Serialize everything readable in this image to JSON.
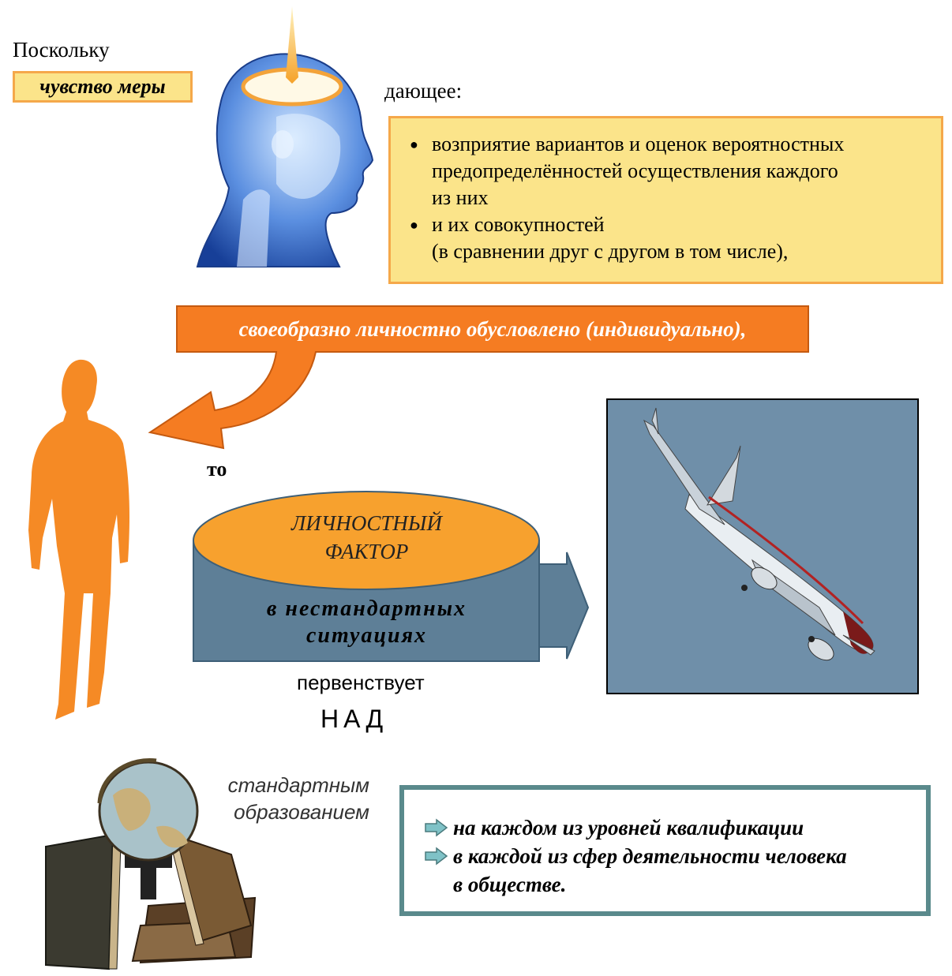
{
  "intro": {
    "since": "Поскольку",
    "feeling": "чувство меры",
    "giving": "дающее:"
  },
  "perception": {
    "item1_line1": "возприятие вариантов и оценок вероятностных",
    "item1_line2": "предопределённостей осуществления каждого",
    "item1_line3": "из них",
    "item2_line1": "и их совокупностей",
    "item2_line2": "(в сравнении друг с другом в том числе),"
  },
  "individual": "своеобразно личностно обусловлено (индивидуально),",
  "then_word": "то",
  "personal_factor": {
    "line1": "ЛИЧНОСТНЫЙ",
    "line2": "ФАКТОР"
  },
  "nonstandard": {
    "line1": "в нестандартных",
    "line2": "ситуациях"
  },
  "prevails": "первенствует",
  "over": "НАД",
  "standard_education": {
    "line1": "стандартным",
    "line2": "образованием"
  },
  "levels": {
    "item1": "на каждом из уровней квалификации",
    "item2_line1": "в каждой из сфер деятельности человека",
    "item2_line2": "в обществе."
  },
  "icons": {
    "head": "glowing-head-icon",
    "person": "man-silhouette-icon",
    "airplane": "airplane-photo",
    "globe": "globe-books-icon",
    "arrow": "right-arrow-icon"
  },
  "colors": {
    "yellow_fill": "#fbe48a",
    "yellow_border": "#f5a84a",
    "orange": "#f57c22",
    "ellipse": "#f7a12e",
    "slate": "#5e7f97",
    "teal": "#5a8a8c",
    "sky": "#6f8fa9"
  }
}
